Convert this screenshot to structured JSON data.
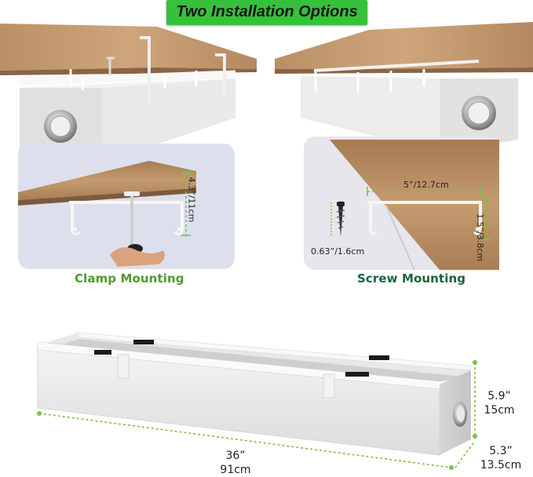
{
  "banner": {
    "title": "Two Installation Options"
  },
  "clamp": {
    "caption": "Clamp Mounting",
    "height_label": "4.3”/11cm"
  },
  "screw": {
    "caption": "Screw Mounting",
    "width_label": "5”/12.7cm",
    "height_label": "1.5”/3.8cm",
    "screw_label": "0.63”/1.6cm"
  },
  "product": {
    "length_in": "36”",
    "length_cm": "91cm",
    "height_in": "5.9”",
    "height_cm": "15cm",
    "depth_in": "5.3”",
    "depth_cm": "13.5cm"
  },
  "colors": {
    "accent_green": "#36c13b",
    "clamp_caption": "#4f9a2e",
    "screw_caption": "#17653d",
    "dim_line": "#7ac143",
    "wood": "#c6a078"
  }
}
